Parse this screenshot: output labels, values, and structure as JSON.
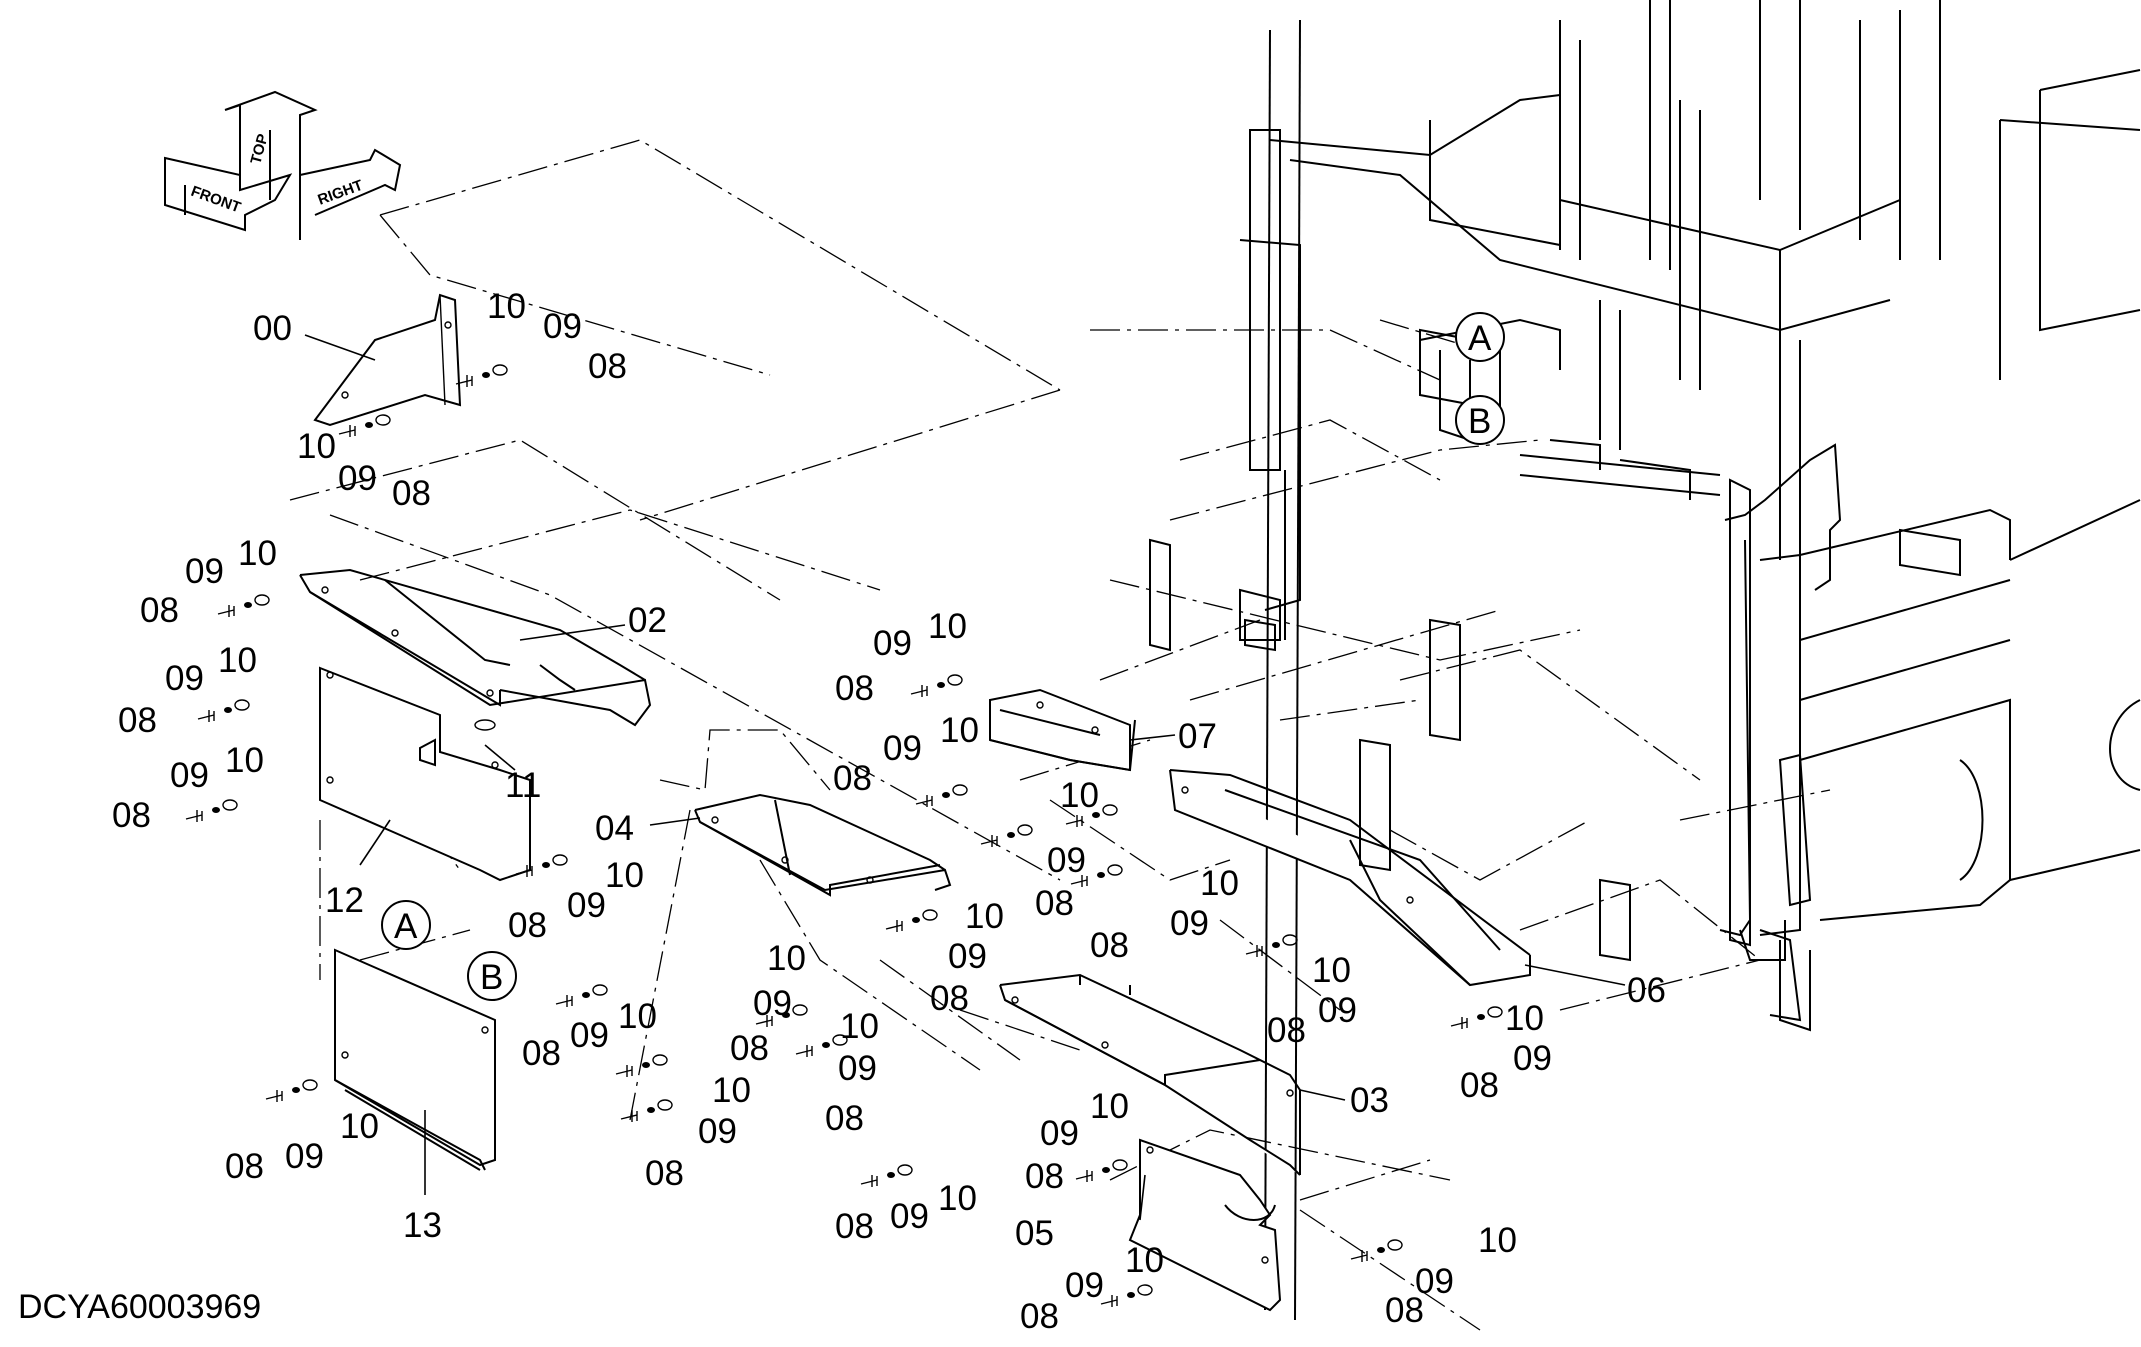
{
  "drawing": {
    "code": "DCYA60003969",
    "orientation_labels": {
      "top": "TOP",
      "front": "FRONT",
      "right": "RIGHT"
    },
    "ref_markers": [
      "A",
      "B"
    ]
  },
  "callouts": {
    "c00": "00",
    "c02": "02",
    "c03": "03",
    "c04": "04",
    "c05": "05",
    "c06": "06",
    "c07": "07",
    "c11": "11",
    "c12": "12",
    "c13": "13"
  },
  "hardware": {
    "bolt": "08",
    "spring_washer": "09",
    "flat_washer": "10"
  }
}
